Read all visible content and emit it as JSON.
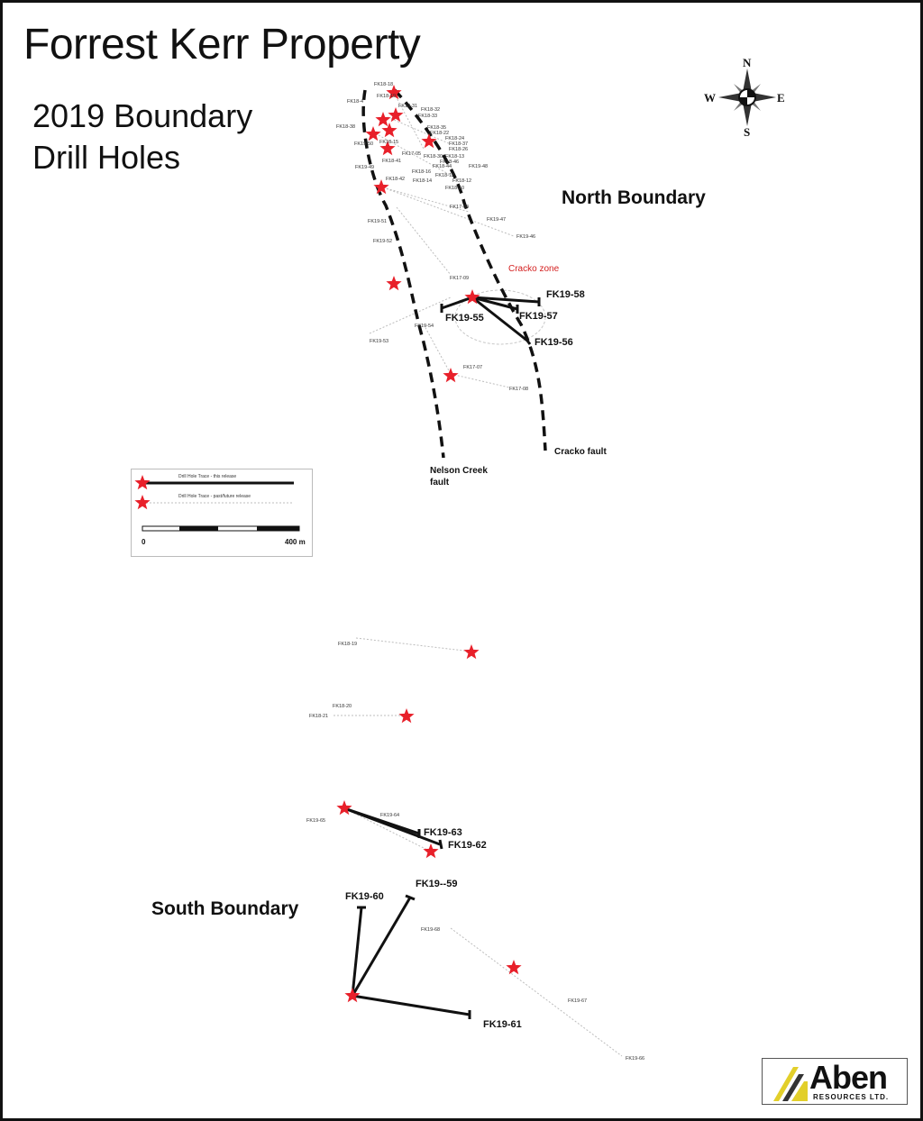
{
  "title": "Forrest Kerr Property",
  "subtitle": [
    "2019 Boundary",
    "Drill Holes"
  ],
  "compass": {
    "n": "N",
    "s": "S",
    "e": "E",
    "w": "W"
  },
  "regions": {
    "north": "North Boundary",
    "south": "South Boundary"
  },
  "zones": {
    "cracko_zone": "Cracko zone"
  },
  "faults": {
    "nelson_creek": [
      "Nelson Creek",
      "fault"
    ],
    "cracko": "Cracko fault"
  },
  "colors": {
    "star": "#e8202a",
    "zone_label": "#d42020",
    "current_trace": "#111111",
    "past_trace": "#bdbdbd",
    "logo_accent": "#e2cf2a"
  },
  "legend": {
    "this_release": "Drill Hole Trace - this release",
    "past_release": "Drill Hole Trace - past/future release",
    "scale_start": "0",
    "scale_end": "400 m"
  },
  "logo": {
    "name": "Aben",
    "sub": "RESOURCES LTD."
  },
  "major_holes": [
    "FK19-58",
    "FK19-55",
    "FK19-57",
    "FK19-56",
    "FK19-63",
    "FK19-62",
    "FK19-60",
    "FK19--59",
    "FK19-61"
  ],
  "minor_labels": [
    "FK18-18",
    "FK18-19",
    "FK18-4",
    "FK18-31",
    "FK18-32",
    "FK18-33",
    "FK18-38",
    "FK18-35",
    "FK18-22",
    "FK18-24",
    "FK18-37",
    "FK18-26",
    "FK19-50",
    "FK18-15",
    "FK18-30",
    "FK17-05",
    "FK18-13",
    "FK18-46",
    "FK18-41",
    "FK18-44",
    "FK19-48",
    "FK19-49",
    "FK18-16",
    "FK18-11",
    "FK18-42",
    "FK18-14",
    "FK18-12",
    "FK18-10",
    "FK17-04",
    "FK19-47",
    "FK19-51",
    "FK19-46",
    "FK19-52",
    "FK17-09",
    "FK19-54",
    "FK19-53",
    "FK17-07",
    "FK17-08",
    "FK18-19",
    "FK18-20",
    "FK18-21",
    "FK19-64",
    "FK19-65",
    "FK19-68",
    "FK19-67",
    "FK19-66"
  ]
}
